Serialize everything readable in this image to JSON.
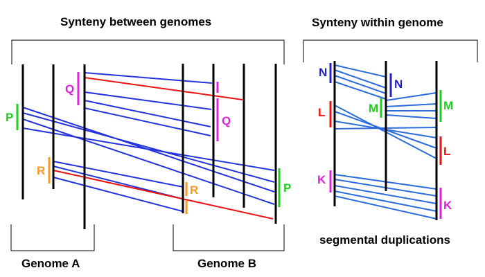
{
  "titles": {
    "between": "Synteny between genomes",
    "within": "Synteny within genome",
    "genome_a": "Genome A",
    "genome_b": "Genome B",
    "segdup": "segmental duplications"
  },
  "colors": {
    "axis": "#000000",
    "link": "#2233dd",
    "highlight": "#ee1111",
    "P": "#22cc22",
    "Q": "#dd22dd",
    "R": "#ff9922",
    "N": "#2222cc",
    "M": "#22cc22",
    "L": "#ee1111",
    "K": "#dd22dd"
  },
  "between_genomes": {
    "genome_a_chromosomes": 3,
    "genome_b_chromosomes": 4,
    "blocks": [
      {
        "label": "P",
        "genome_a_side": "P",
        "genome_b_side": "P",
        "links": 4,
        "crossed": true
      },
      {
        "label": "Q",
        "genome_a_side": "Q",
        "genome_b_side": "Q",
        "links": 4,
        "crossed": false
      },
      {
        "label": "R",
        "genome_a_side": "R",
        "genome_b_side": "R",
        "links": 3,
        "crossed": false
      }
    ]
  },
  "within_genome": {
    "chromosomes": 3,
    "blocks": [
      {
        "label": "N",
        "pair": [
          "N",
          "N"
        ],
        "links": 4
      },
      {
        "label": "M",
        "pair": [
          "M",
          "M"
        ],
        "links": 4
      },
      {
        "label": "L",
        "pair": [
          "L",
          "L"
        ],
        "links": 4,
        "crossed": true
      },
      {
        "label": "K",
        "pair": [
          "K",
          "K"
        ],
        "links": 5
      }
    ]
  }
}
